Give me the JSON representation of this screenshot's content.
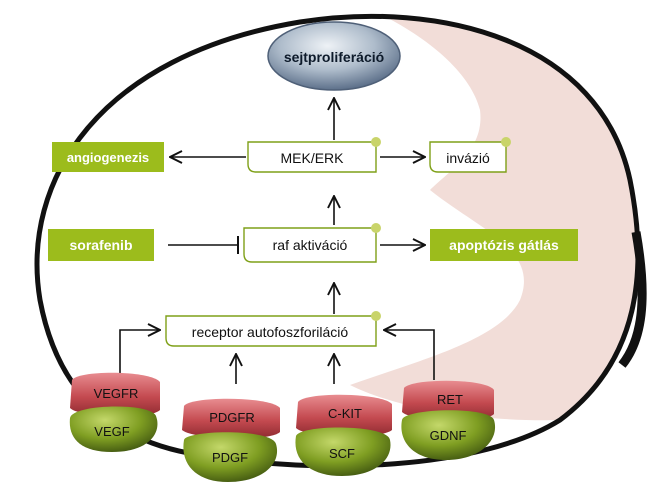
{
  "cell": {
    "nucleus_label": "sejtproliferáció",
    "colors": {
      "membrane": "#111111",
      "cytoplasm": "#f2ddd8",
      "green_box": "#9cbc1c",
      "box_dot": "#c9d46a",
      "receptor_red": "#c84a50",
      "ligand_green": "#7f9e22",
      "nucleus": "#8fa2b7"
    }
  },
  "boxes": {
    "mek_erk": "MEK/ERK",
    "invasion": "invázió",
    "raf": "raf aktiváció",
    "receptor": "receptor autofoszforiláció"
  },
  "outcomes": {
    "angiogenesis": "angiogenezis",
    "sorafenib": "sorafenib",
    "apoptosis": "apoptózis gátlás"
  },
  "receptors": [
    "VEGFR",
    "PDGFR",
    "C-KIT",
    "RET"
  ],
  "ligands": [
    "VEGF",
    "PDGF",
    "SCF",
    "GDNF"
  ]
}
